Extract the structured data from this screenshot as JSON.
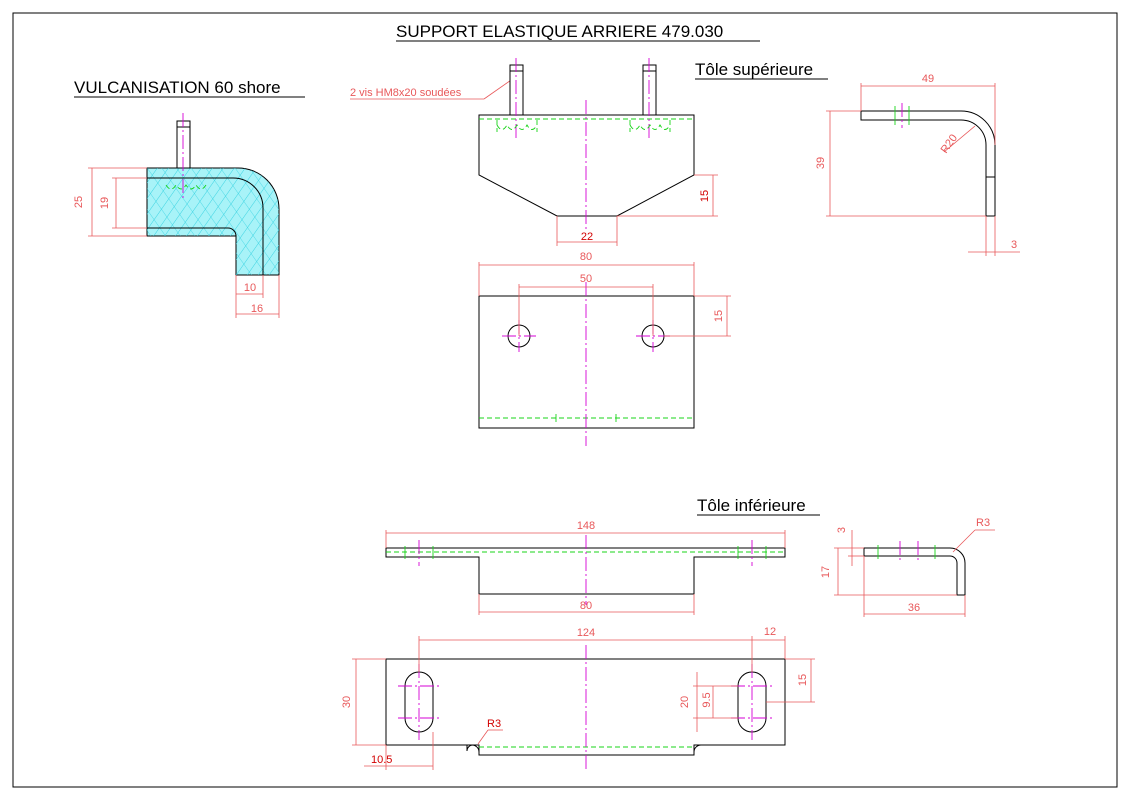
{
  "title": "SUPPORT ELASTIQUE ARRIERE 479.030",
  "views": {
    "vulcanisation": {
      "heading": "VULCANISATION 60 shore",
      "dims": [
        "25",
        "19",
        "10",
        "16"
      ]
    },
    "tole_superieure": {
      "heading": "Tôle supérieure",
      "note": "2 vis HM8x20 soudées",
      "dims": {
        "d15_front": "15",
        "d22": "22",
        "d80": "80",
        "d50": "50",
        "d15_top": "15",
        "d49": "49",
        "d39": "39",
        "r20": "R20",
        "d3": "3"
      }
    },
    "tole_inferieure": {
      "heading": "Tôle inférieure",
      "dims": {
        "d148": "148",
        "d80": "80",
        "d3": "3",
        "d17": "17",
        "d36": "36",
        "r3_side": "R3",
        "d124": "124",
        "d12": "12",
        "d30": "30",
        "d20": "20",
        "d9_5": "9.5",
        "d15": "15",
        "r3": "R3",
        "d10_5": "10.5"
      }
    }
  },
  "colors": {
    "outline": "#000000",
    "dimension": "#e8585a",
    "axis": "#d400d4",
    "hidden": "#19d419",
    "hatch": "#2fd0e0",
    "rubber_fill": "#a8f3f8"
  }
}
